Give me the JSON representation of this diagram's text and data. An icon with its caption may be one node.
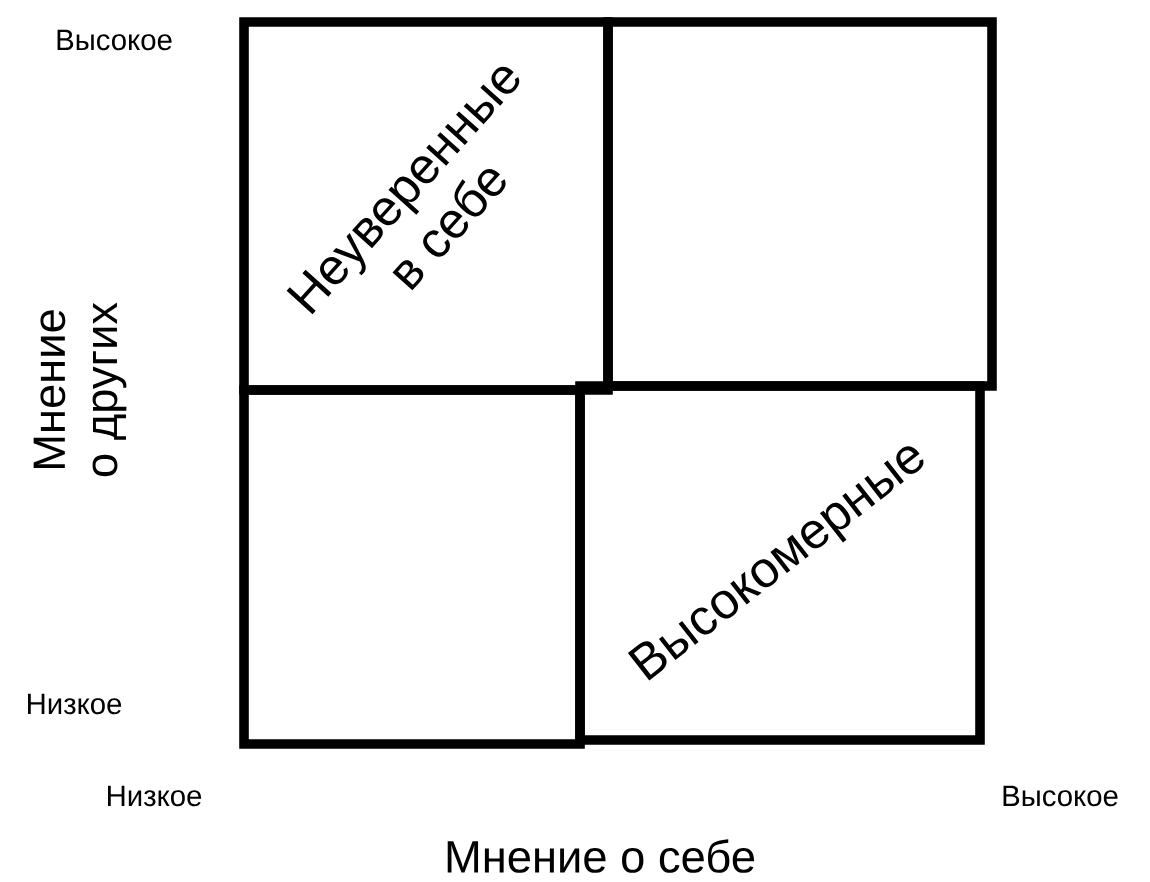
{
  "diagram": {
    "nodes": [
      {
        "text": [
          "Неуверенные в себе"
        ]
      },
      {
        "text": [],
        "shape": "box"
      },
      {
        "text": [],
        "shape": "box"
      },
      {
        "text": [
          "Высокомерные"
        ]
      }
    ],
    "labels": [
      "Высокое",
      "Мнение о других",
      "Низкое",
      "Низкое",
      "Высокое",
      "Мнение о себе"
    ]
  }
}
